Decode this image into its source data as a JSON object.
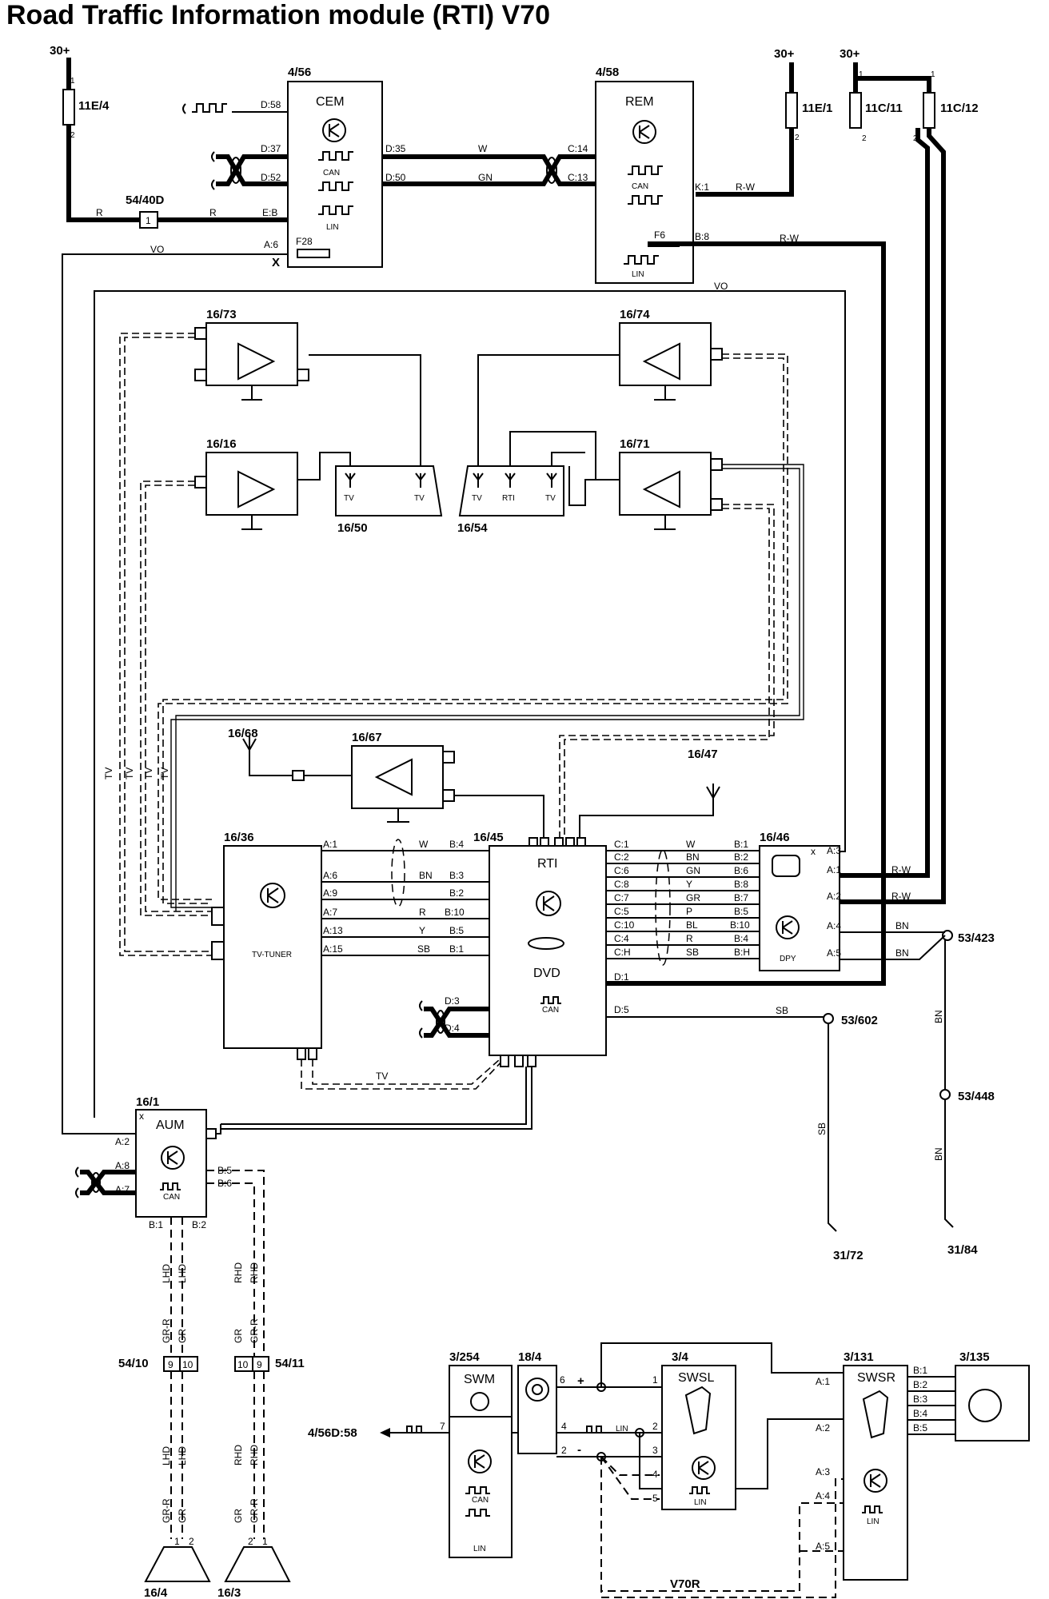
{
  "title": "Road Traffic Information module (RTI) V70",
  "supply": {
    "p1": "30+",
    "p2": "30+",
    "p3": "30+"
  },
  "fuses": {
    "f1": "11E/4",
    "f2": "11E/1",
    "f3": "11C/11",
    "f4": "11C/12"
  },
  "fuse_pins": {
    "one": "1",
    "two": "2"
  },
  "connector_54_40": {
    "id": "54/40D",
    "pin": "1"
  },
  "cem": {
    "id": "4/56",
    "name": "CEM",
    "can": "CAN",
    "lin": "LIN",
    "fuse": "F28",
    "pins": {
      "d58": "D:58",
      "d37": "D:37",
      "d52": "D:52",
      "eb": "E:B",
      "a6": "A:6",
      "d35": "D:35",
      "d50": "D:50"
    }
  },
  "rem": {
    "id": "4/58",
    "name": "REM",
    "can": "CAN",
    "lin": "LIN",
    "fuse": "F6",
    "pins": {
      "c14": "C:14",
      "c13": "C:13",
      "k1": "K:1",
      "b8": "B:8"
    }
  },
  "wires": {
    "r": "R",
    "vo": "VO",
    "w": "W",
    "gn": "GN",
    "rw": "R-W",
    "tv": "TV",
    "sb": "SB",
    "bn": "BN",
    "x": "X"
  },
  "amps": {
    "a1": "16/73",
    "a2": "16/74",
    "a3": "16/16",
    "a4": "16/71",
    "a5": "16/67"
  },
  "antennas": {
    "ant1": "16/50",
    "ant2": "16/54",
    "ant3": "16/68",
    "ant4": "16/47",
    "tv": "TV",
    "rti": "RTI"
  },
  "tuner": {
    "id": "16/36",
    "name": "TV-TUNER",
    "pins": [
      "A:1",
      "A:6",
      "A:9",
      "A:7",
      "A:13",
      "A:15"
    ],
    "colors": [
      "W",
      "BN",
      "",
      "R",
      "Y",
      "SB"
    ]
  },
  "rti": {
    "id": "16/45",
    "name": "RTI",
    "dvd": "DVD",
    "can": "CAN",
    "left_pins": [
      "B:4",
      "B:3",
      "B:2",
      "B:10",
      "B:5",
      "B:1"
    ],
    "right_pins": [
      "C:1",
      "C:2",
      "C:6",
      "C:8",
      "C:7",
      "C:5",
      "C:10",
      "C:4",
      "C:H"
    ],
    "right_colors": [
      "W",
      "BN",
      "GN",
      "Y",
      "GR",
      "P",
      "BL",
      "R",
      "SB"
    ],
    "d1": "D:1",
    "d5": "D:5",
    "d3": "D:3",
    "d4": "D:4"
  },
  "dpy": {
    "id": "16/46",
    "name": "DPY",
    "pins": [
      "B:1",
      "B:2",
      "B:6",
      "B:8",
      "B:7",
      "B:5",
      "B:10",
      "B:4",
      "B:H"
    ],
    "a_pins": {
      "a3": "A:3",
      "a1": "A:1",
      "a2": "A:2",
      "a4": "A:4",
      "a5": "A:5"
    },
    "x": "x"
  },
  "grounds": {
    "g1": "53/423",
    "g2": "53/602",
    "g3": "53/448",
    "g4": "31/72",
    "g5": "31/84"
  },
  "aum": {
    "id": "16/1",
    "name": "AUM",
    "can": "CAN",
    "pins": {
      "a2": "A:2",
      "a8": "A:8",
      "a7": "A:7",
      "b5": "B:5",
      "b6": "B:6",
      "b1": "B:1",
      "b2": "B:2"
    },
    "x": "x"
  },
  "speakers": {
    "lhd": "LHD",
    "rhd": "RHD",
    "grr": "GR-R",
    "gr": "GR",
    "c1": "54/10",
    "c2": "54/11",
    "p9": "9",
    "p10": "10",
    "s1": "16/4",
    "s2": "16/3",
    "p1": "1",
    "p2": "2"
  },
  "swm": {
    "id": "3/254",
    "name": "SWM",
    "can": "CAN",
    "lin": "LIN",
    "ext": "4/56D:58",
    "p7": "7"
  },
  "clock": {
    "id": "18/4",
    "p6": "6",
    "p4": "4",
    "p2": "2",
    "plus": "+",
    "minus": "-",
    "lin": "LIN"
  },
  "swsl": {
    "id": "3/4",
    "name": "SWSL",
    "lin": "LIN",
    "pins": [
      "1",
      "2",
      "3",
      "4",
      "5"
    ]
  },
  "swsr": {
    "id": "3/131",
    "name": "SWSR",
    "lin": "LIN",
    "pins": [
      "A:1",
      "A:2",
      "A:3",
      "A:4",
      "A:5"
    ]
  },
  "cruise": {
    "id": "3/135",
    "pins": [
      "B:1",
      "B:2",
      "B:3",
      "B:4",
      "B:5"
    ]
  },
  "v70r": "V70R"
}
